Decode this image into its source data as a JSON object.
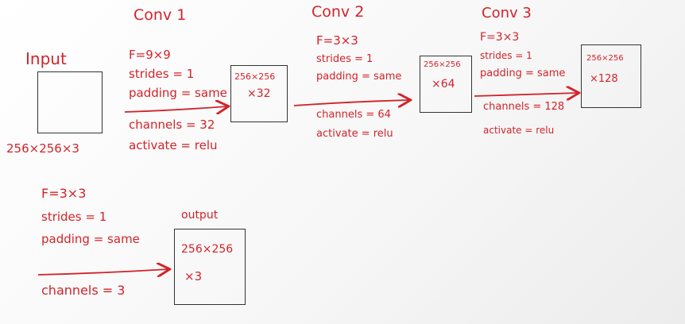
{
  "input": {
    "label": "Input",
    "size": "256×256×3"
  },
  "conv1": {
    "title": "Conv 1",
    "filter": "F=9×9",
    "strides": "strides = 1",
    "padding": "padding = same",
    "channels": "channels = 32",
    "activate": "activate = relu",
    "box_line1": "256×256",
    "box_line2": "×32"
  },
  "conv2": {
    "title": "Conv 2",
    "filter": "F=3×3",
    "strides": "strides = 1",
    "padding": "padding = same",
    "channels": "channels = 64",
    "activate": "activate = relu",
    "box_line1": "256×256",
    "box_line2": "×64"
  },
  "conv3": {
    "title": "Conv 3",
    "filter": "F=3×3",
    "strides": "strides = 1",
    "padding": "padding = same",
    "channels": "channels = 128",
    "activate": "activate = relu",
    "box_line1": "256×256",
    "box_line2": "×128"
  },
  "conv4": {
    "filter": "F=3×3",
    "strides": "strides = 1",
    "padding": "padding = same",
    "channels": "channels = 3"
  },
  "output": {
    "label": "output",
    "box_line1": "256×256",
    "box_line2": "×3"
  },
  "colors": {
    "marker_red": "#d2232a",
    "box_outline": "#333333"
  }
}
